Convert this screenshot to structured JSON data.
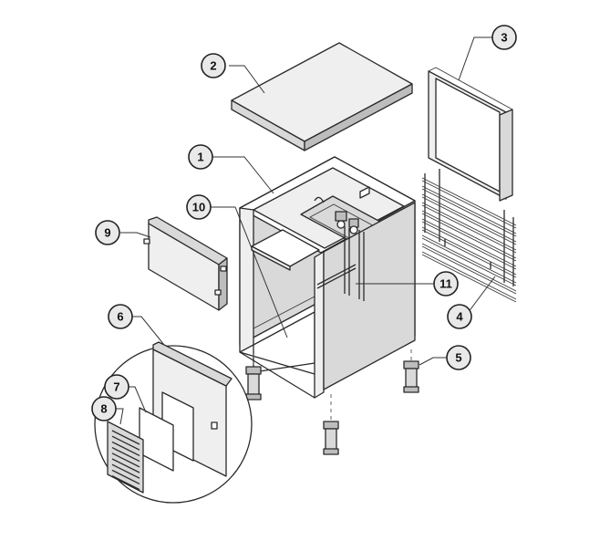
{
  "callouts": [
    {
      "id": "1",
      "label": "1"
    },
    {
      "id": "2",
      "label": "2"
    },
    {
      "id": "3",
      "label": "3"
    },
    {
      "id": "4",
      "label": "4"
    },
    {
      "id": "5",
      "label": "5"
    },
    {
      "id": "6",
      "label": "6"
    },
    {
      "id": "7",
      "label": "7"
    },
    {
      "id": "8",
      "label": "8"
    },
    {
      "id": "9",
      "label": "9"
    },
    {
      "id": "10",
      "label": "10"
    },
    {
      "id": "11",
      "label": "11"
    }
  ],
  "colors": {
    "line": "#2a2a2a",
    "panel_light": "#efefef",
    "panel_mid": "#d9d9d9",
    "panel_dark": "#bdbdbd",
    "callout_fill": "#e9e9e9"
  }
}
